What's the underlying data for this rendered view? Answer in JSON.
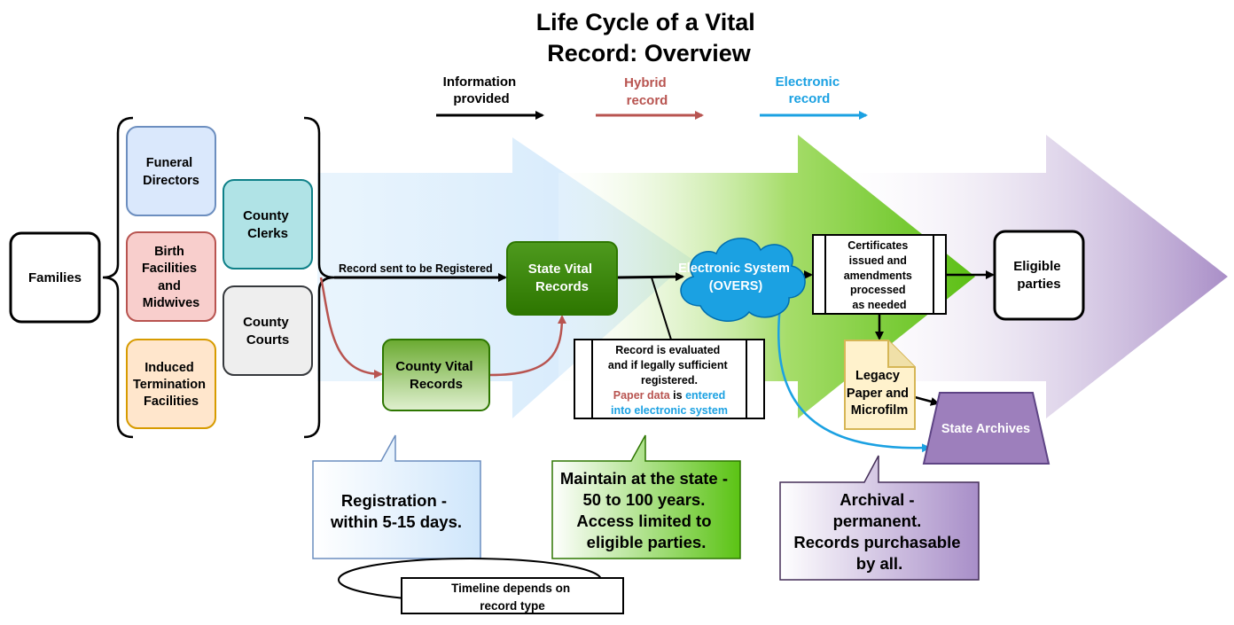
{
  "title": [
    "Life Cycle of a Vital",
    "Record: Overview"
  ],
  "legend": {
    "info": [
      "Information",
      "provided"
    ],
    "hybrid": [
      "Hybrid",
      "record"
    ],
    "electronic": [
      "Electronic",
      "record"
    ]
  },
  "nodes": {
    "families": "Families",
    "funeral": [
      "Funeral",
      "Directors"
    ],
    "birth": [
      "Birth",
      "Facilities",
      "and",
      "Midwives"
    ],
    "induced": [
      "Induced",
      "Termination",
      "Facilities"
    ],
    "clerks": [
      "County",
      "Clerks"
    ],
    "courts": [
      "County",
      "Courts"
    ],
    "county_vital": [
      "County Vital",
      "Records"
    ],
    "state_vital": [
      "State Vital",
      "Records"
    ],
    "overs": [
      "Electronic System",
      "(OVERS)"
    ],
    "certificates": [
      "Certificates",
      "issued and",
      "amendments",
      "processed",
      "as needed"
    ],
    "eligible": [
      "Eligible",
      "parties"
    ],
    "legacy": [
      "Legacy",
      "Paper and",
      "Microfilm"
    ],
    "archives": "State Archives"
  },
  "edge_labels": {
    "registered": "Record sent to be Registered"
  },
  "evaluated": {
    "line1": "Record is evaluated",
    "line2": "and if legally sufficient",
    "line3": "registered.",
    "paper": "Paper data",
    "is": " is ",
    "entered": "entered",
    "line5": "into electronic system"
  },
  "callouts": {
    "registration": [
      "Registration -",
      "within 5-15 days."
    ],
    "maintain": [
      "Maintain at the state -",
      "50 to 100 years.",
      "Access limited to",
      "eligible parties."
    ],
    "archival": [
      "Archival -",
      "permanent.",
      "Records purchasable",
      "by all."
    ]
  },
  "timeline": [
    "Timeline depends on",
    "record type"
  ],
  "colors": {
    "hybrid": "#b85450",
    "electronic": "#1ba1e2",
    "blue_arrow": "#cce6fb",
    "green_arrow": "#66cc22",
    "purple_arrow": "#a98ec7"
  }
}
